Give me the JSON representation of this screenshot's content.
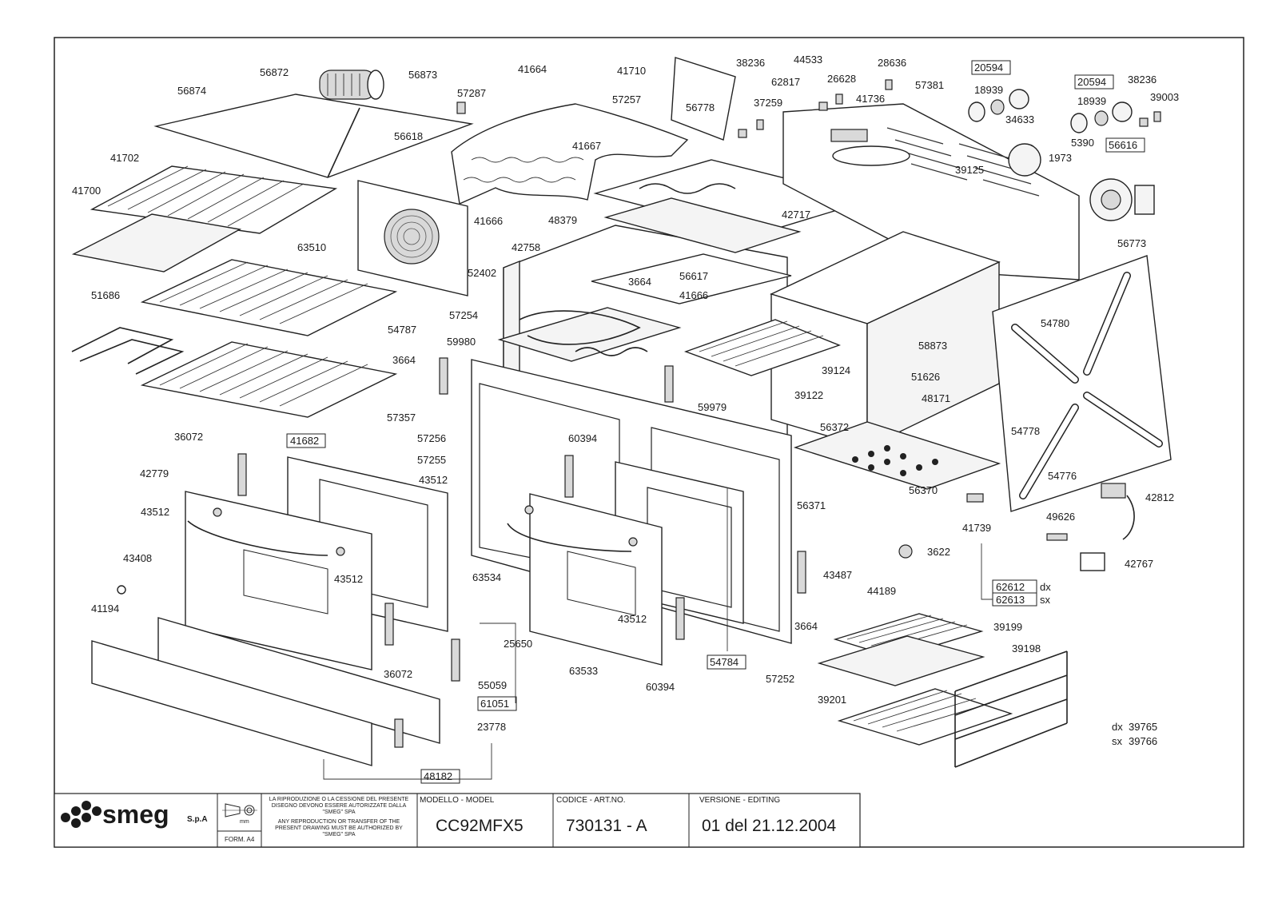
{
  "drawing": {
    "part_labels": [
      "56872",
      "56873",
      "56874",
      "41664",
      "57287",
      "57257",
      "41710",
      "38236",
      "44533",
      "28636",
      "26628",
      "62817",
      "37259",
      "56778",
      "41736",
      "57381",
      "20594",
      "18939",
      "20594",
      "18939",
      "38236",
      "39003",
      "34633",
      "56618",
      "41702",
      "41700",
      "63510",
      "41667",
      "5390",
      "56616",
      "1973",
      "39125",
      "48379",
      "42717",
      "56773",
      "41666",
      "42758",
      "52402",
      "3664",
      "56617",
      "41666",
      "51686",
      "54787",
      "57254",
      "59980",
      "54780",
      "58873",
      "39124",
      "3664",
      "51626",
      "48171",
      "57357",
      "39122",
      "59979",
      "56372",
      "54778",
      "57256",
      "60394",
      "36072",
      "41682",
      "57255",
      "43512",
      "56370",
      "54776",
      "42812",
      "42779",
      "43512",
      "56371",
      "41739",
      "49626",
      "43408",
      "43512",
      "63534",
      "3622",
      "43487",
      "42767",
      "44189",
      "62612",
      "62613",
      "41194",
      "43512",
      "3664",
      "39199",
      "39198",
      "36072",
      "25650",
      "63533",
      "55059",
      "61051",
      "60394",
      "54784",
      "57252",
      "39201",
      "23778",
      "48182",
      "39765",
      "39766"
    ],
    "side_tags": [
      "dx",
      "sx",
      "dx",
      "sx"
    ]
  },
  "title_block": {
    "brand": "smeg",
    "company_suffix": "S.p.A",
    "unit_mark": "mm",
    "format": "FORM. A4",
    "notice_it": [
      "LA RIPRODUZIONE O LA CESSIONE DEL PRESENTE",
      "DISEGNO DEVONO ESSERE AUTORIZZATE DALLA",
      "\"SMEG\" SPA"
    ],
    "notice_en": [
      "ANY REPRODUCTION OR TRANSFER OF THE",
      "PRESENT DRAWING MUST BE AUTHORIZED BY",
      "\"SMEG\" SPA"
    ],
    "model_label": "MODELLO - MODEL",
    "model_value": "CC92MFX5",
    "code_label": "CODICE - ART.NO.",
    "code_value": "730131 - A",
    "version_label": "VERSIONE - EDITING",
    "version_value": "01 del 21.12.2004"
  },
  "colors": {
    "ink": "#1a1a1a",
    "paper": "#ffffff"
  }
}
